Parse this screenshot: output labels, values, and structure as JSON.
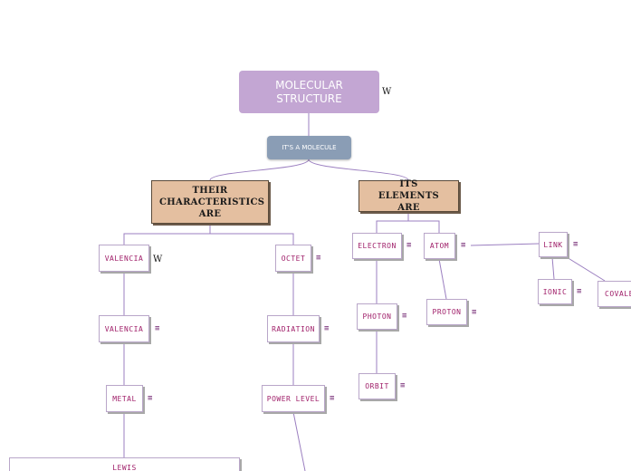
{
  "root": {
    "label": "MOLECULAR STRUCTURE",
    "marker": "W"
  },
  "sub": {
    "label": "IT'S A MOLECULE"
  },
  "branches": {
    "characteristics": {
      "label": "THEIR CHARACTERISTICS ARE"
    },
    "elements": {
      "label": "ITS ELEMENTS ARE"
    }
  },
  "nodes": {
    "valencia1": {
      "label": "VALENCIA",
      "marker": "W"
    },
    "valencia2": {
      "label": "VALENCIA",
      "note": "≡"
    },
    "metal": {
      "label": "METAL",
      "note": "≡"
    },
    "lewis": {
      "label": "LEWIS"
    },
    "octet": {
      "label": "OCTET",
      "note": "≡"
    },
    "radiation": {
      "label": "RADIATION",
      "note": "≡"
    },
    "power_level": {
      "label": "POWER LEVEL",
      "note": "≡"
    },
    "electron": {
      "label": "ELECTRON",
      "note": "≡"
    },
    "atom": {
      "label": "ATOM",
      "note": "≡"
    },
    "photon": {
      "label": "PHOTON",
      "note": "≡"
    },
    "orbit": {
      "label": "ORBIT",
      "note": "≡"
    },
    "proton": {
      "label": "PROTON",
      "note": "≡"
    },
    "link": {
      "label": "LINK",
      "note": "≡"
    },
    "ionic": {
      "label": "IONIC",
      "note": "≡"
    },
    "covalent": {
      "label": "COVALE"
    }
  },
  "colors": {
    "line": "#9b7fc0",
    "leaf_text": "#a0206a",
    "root_fill": "#c3a6d3",
    "main_fill": "#e4bfa0",
    "sub_fill": "#8a9db5"
  }
}
